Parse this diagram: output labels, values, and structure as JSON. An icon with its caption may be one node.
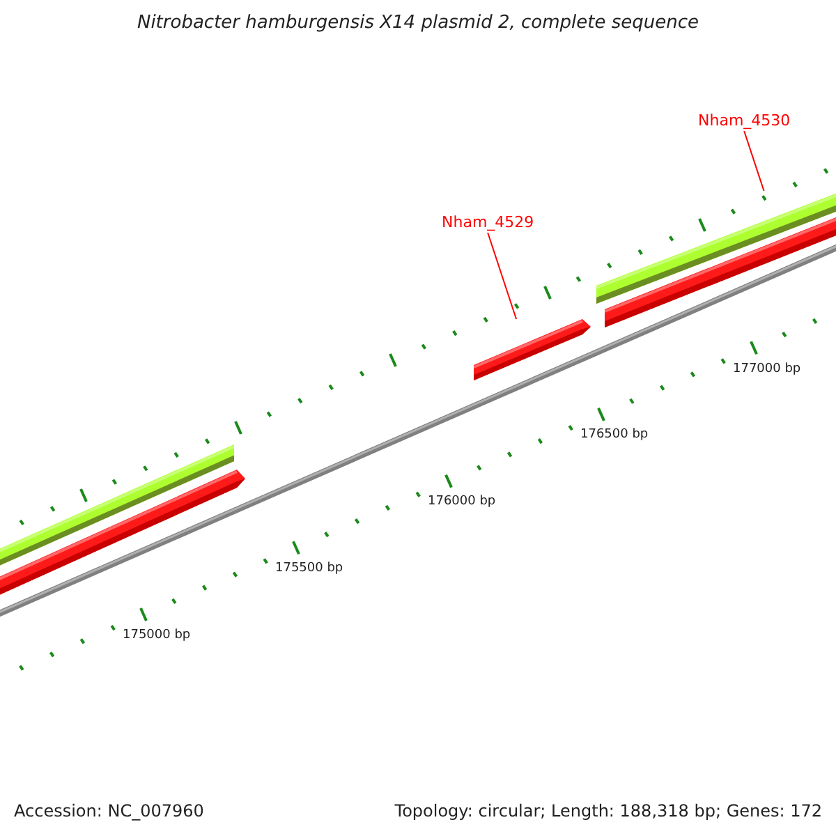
{
  "diagram": {
    "title": "Nitrobacter hamburgensis X14 plasmid 2, complete sequence",
    "nodes": [
      {
        "text": [
          "Nham_4530"
        ]
      },
      {
        "text": [],
        "shape": "bar"
      },
      {
        "text": [],
        "shape": "bar"
      },
      {
        "text": [
          "Nham_4529"
        ]
      },
      {
        "text": [],
        "shape": "bar"
      },
      {
        "text": [],
        "shape": "bar"
      },
      {
        "text": [],
        "shape": "bar"
      }
    ],
    "edges": [
      {
        "from": 0,
        "to": 1,
        "arrow": "none"
      },
      {
        "from": 3,
        "to": 4,
        "arrow": "none"
      }
    ],
    "labels": [
      "177000 bp",
      "176500 bp",
      "176000 bp",
      "175500 bp",
      "175000 bp",
      "Accession: NC_007960",
      "Topology: circular; Length: 188,318 bp; Genes: 172"
    ]
  }
}
